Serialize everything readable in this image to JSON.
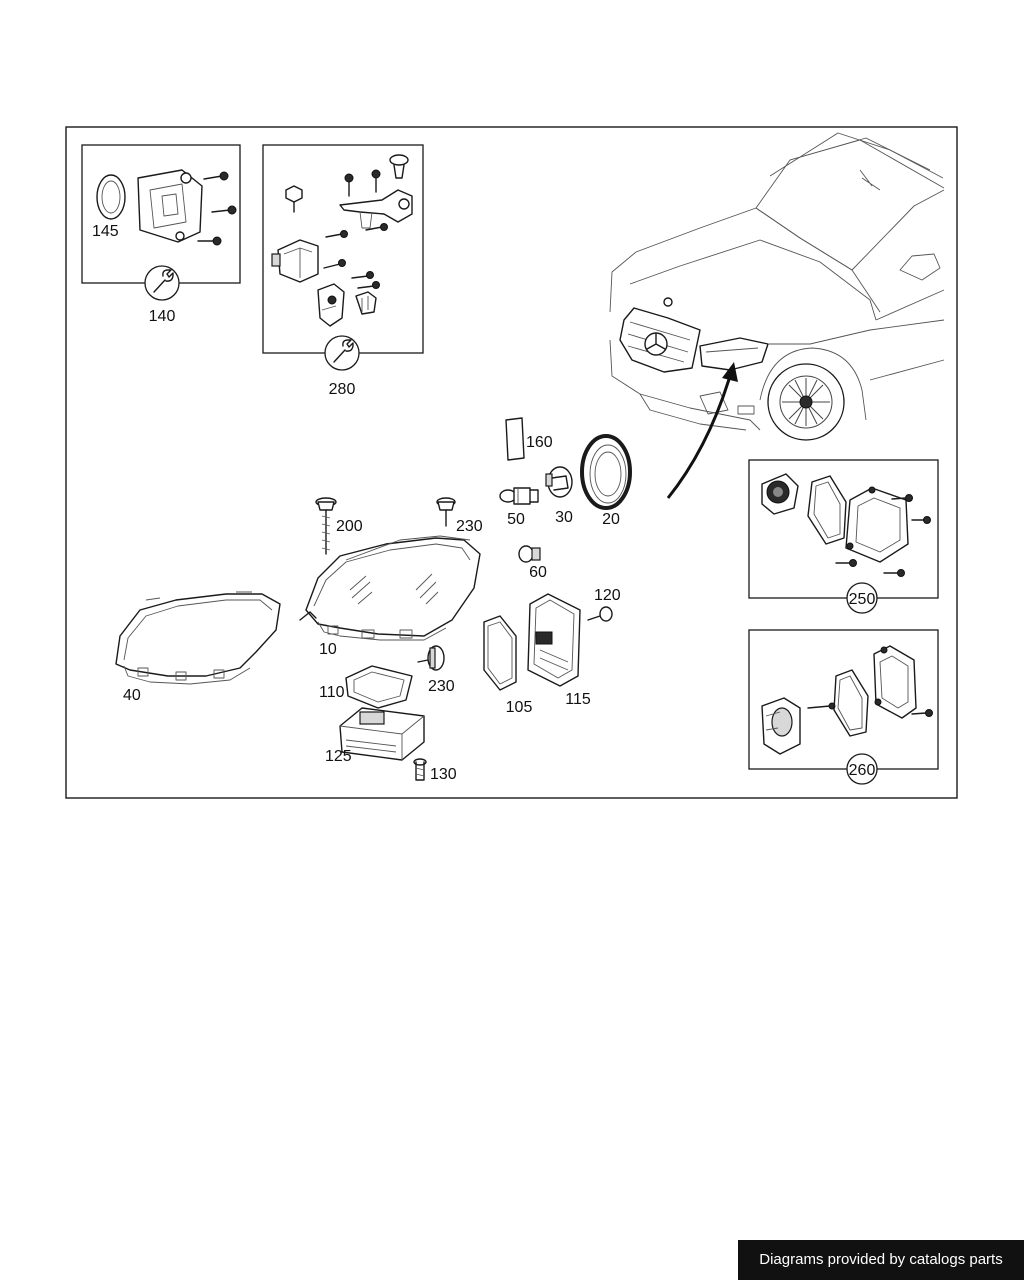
{
  "callouts": {
    "c10": "10",
    "c20": "20",
    "c30": "30",
    "c40": "40",
    "c50": "50",
    "c60": "60",
    "c105": "105",
    "c110": "110",
    "c115": "115",
    "c120": "120",
    "c125": "125",
    "c130": "130",
    "c140": "140",
    "c145": "145",
    "c160": "160",
    "c200": "200",
    "c230a": "230",
    "c230b": "230",
    "c250": "250",
    "c260": "260",
    "c280": "280"
  },
  "footer": {
    "credit": "Diagrams provided by catalogs parts"
  },
  "icons": {
    "service_tool": "wrench-icon"
  },
  "colors": {
    "line": "#1a1a1a",
    "background": "#ffffff",
    "footer_bg": "#111111",
    "footer_text": "#ffffff"
  }
}
